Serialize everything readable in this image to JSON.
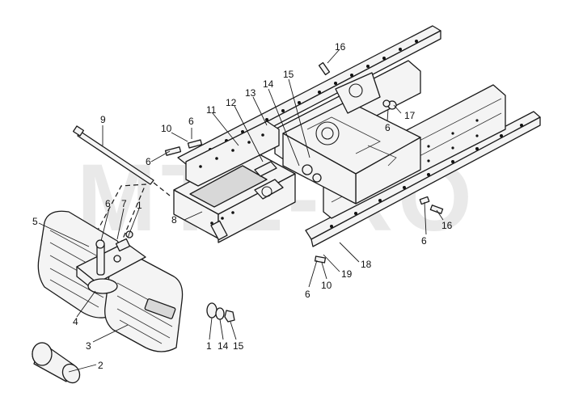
{
  "watermark": "MTZ-RO",
  "callouts": {
    "c1a": "1",
    "c1b": "1",
    "c2": "2",
    "c3": "3",
    "c4": "4",
    "c5": "5",
    "c6a": "6",
    "c6b": "6",
    "c6c": "6",
    "c6d": "6",
    "c6e": "6",
    "c6f": "6",
    "c7": "7",
    "c8": "8",
    "c9": "9",
    "c10a": "10",
    "c10b": "10",
    "c11": "11",
    "c12": "12",
    "c13": "13",
    "c14a": "14",
    "c14b": "14",
    "c15a": "15",
    "c15b": "15",
    "c16a": "16",
    "c16b": "16",
    "c17": "17",
    "c18": "18",
    "c19": "19"
  }
}
